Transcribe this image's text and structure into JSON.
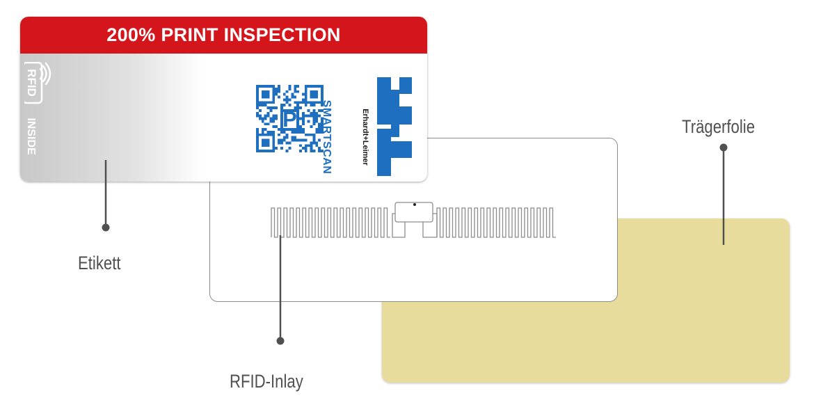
{
  "label": {
    "banner_text": "200% PRINT INSPECTION",
    "rfid_text": "RFID",
    "inside_text": "INSIDE",
    "product_name": "SMARTSCAN",
    "brand_name": "Erhardt+Leimer",
    "qr_center_letter": "P"
  },
  "callouts": {
    "etikett": "Etikett",
    "inlay": "RFID-Inlay",
    "foil": "Trägerfolie"
  },
  "colors": {
    "banner": "#d4161c",
    "brand_blue": "#1e6fbf",
    "foil": "#e8dc9c",
    "label_gray": "#c8c8c8",
    "callout_line": "#505050"
  },
  "icons": {
    "rfid": "rfid-wave-icon",
    "qr": "qr-code",
    "logo": "erhardt-leimer-logo"
  }
}
